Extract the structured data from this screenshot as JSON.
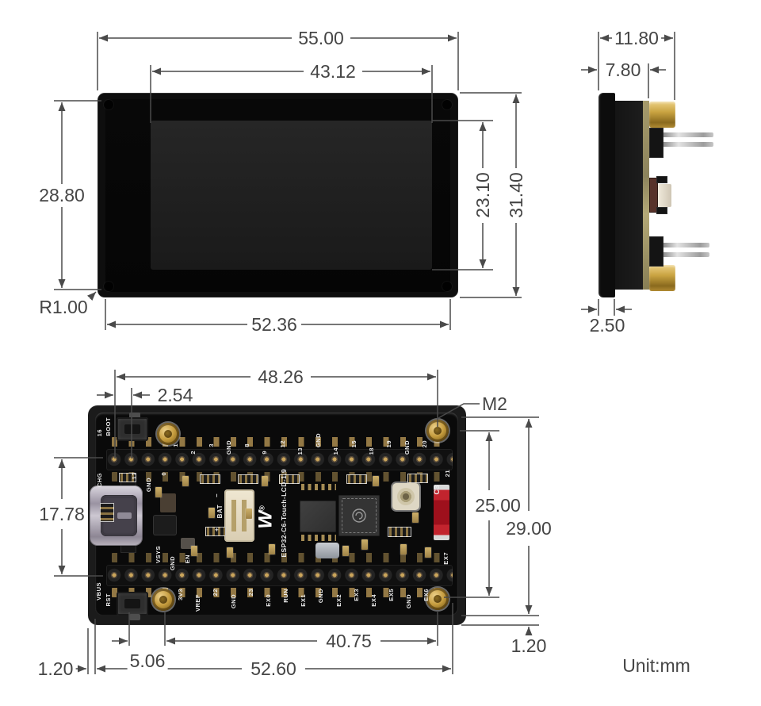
{
  "unit_label": "Unit:mm",
  "dimensions": {
    "front": {
      "overall_width": "55.00",
      "display_width": "43.12",
      "glass_height": "28.80",
      "display_height": "23.10",
      "overall_height": "31.40",
      "corner_radius": "R1.00",
      "glass_width": "52.36"
    },
    "side": {
      "total_thickness": "11.80",
      "body_thickness": "7.80",
      "bezel_thickness": "2.50"
    },
    "back": {
      "pin_row_span": "48.26",
      "pin_pitch": "2.54",
      "screw_label": "M2",
      "row_gap": "17.78",
      "screw_vertical_span": "25.00",
      "board_height": "29.00",
      "overhang_bottom": "1.20",
      "screw_offset": "5.06",
      "screw_horizontal_span": "40.75",
      "board_width": "52.60",
      "overhang_left": "1.20"
    }
  },
  "pcb": {
    "board_silkscreen": "ESP32-C6-Touch-LCD-1.9",
    "boot_button_label": "BOOT",
    "reset_button_label": "RST",
    "top_left_pin": "16",
    "vbus_label": "VBUS",
    "charge_led_label": "CHG",
    "top_row_labels": [
      "1",
      "2",
      "3",
      "GND",
      "8",
      "9",
      "12",
      "13",
      "GND",
      "14",
      "15",
      "18",
      "19",
      "GND",
      "20"
    ],
    "inner_top_labels": [
      "17",
      "GND",
      "0"
    ],
    "right_top_label": "21",
    "right_bottom_label": "EX7",
    "inner_bottom_labels": [
      "VSYS",
      "GND",
      "EN"
    ],
    "bottom_row_labels": [
      "3V3",
      "VREF",
      "22",
      "GND",
      "23",
      "EX0",
      "RUN",
      "EX1",
      "GND",
      "EX2",
      "EX3",
      "EX4",
      "EX5",
      "GND",
      "EX6"
    ],
    "battery": {
      "label": "BAT",
      "plus": "+",
      "minus": "−"
    },
    "capacitor_label": "C3",
    "logo_glyph": "W",
    "logo_registered": "®"
  },
  "colors": {
    "dimension_line": "#4a4a4a",
    "dimension_text": "#454545",
    "board": "#0a0a0a",
    "gold_pad": "#caa55b",
    "brass": "#c9a341",
    "red_component": "#c2242e",
    "pcb_edge": "#9a9070"
  }
}
